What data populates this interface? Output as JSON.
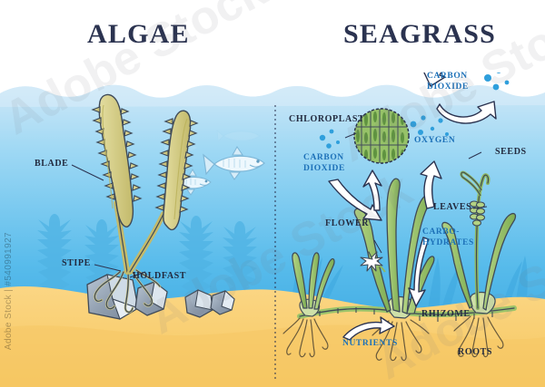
{
  "image": {
    "title_left": "ALGAE",
    "title_right": "SEAGRASS",
    "watermark_id": "Adobe Stock | #540991927",
    "watermark_brand": "Adobe Stock",
    "colors": {
      "title": "#2b3350",
      "label_dark": "#222a3f",
      "label_blue": "#1d71b8",
      "water_top": "#cfe8f7",
      "water_mid": "#7ecdf0",
      "water_deep": "#3aa6e0",
      "sand": "#f8cd73",
      "sand_shadow": "#f3bf55",
      "algae": "#d7d28a",
      "algae_dark": "#b9b059",
      "seagrass": "#9cc46a",
      "seagrass_dark": "#6ea34a",
      "rock": "#9fadbd",
      "rock_light": "#dde6ee",
      "silhouette": "#4fb3e4",
      "bubble": "#2f9fdc",
      "arrow_fill": "#ffffff",
      "arrow_stroke": "#2b3350"
    }
  },
  "labels": {
    "algae": [
      {
        "id": "blade",
        "text": "BLADE",
        "style": "dark"
      },
      {
        "id": "stipe",
        "text": "STIPE",
        "style": "dark"
      },
      {
        "id": "holdfast",
        "text": "HOLDFAST",
        "style": "dark"
      }
    ],
    "seagrass": [
      {
        "id": "chloroplast",
        "text": "CHLOROPLAST",
        "style": "dark"
      },
      {
        "id": "carbon-dioxide-top",
        "text": "CARBON\nDIOXIDE",
        "style": "blue"
      },
      {
        "id": "carbon-dioxide-left",
        "text": "CARBON\nDIOXIDE",
        "style": "blue"
      },
      {
        "id": "oxygen",
        "text": "OXYGEN",
        "style": "blue"
      },
      {
        "id": "seeds",
        "text": "SEEDS",
        "style": "dark"
      },
      {
        "id": "leaves",
        "text": "LEAVES",
        "style": "dark"
      },
      {
        "id": "flower",
        "text": "FLOWER",
        "style": "dark"
      },
      {
        "id": "carbohydrates",
        "text": "CARBO-\nHYDRATES",
        "style": "blue"
      },
      {
        "id": "rhizome",
        "text": "RHIZOME",
        "style": "dark"
      },
      {
        "id": "nutrients",
        "text": "NUTRIENTS",
        "style": "blue"
      },
      {
        "id": "roots",
        "text": "ROOTS",
        "style": "dark"
      }
    ]
  },
  "text": {
    "blade": "BLADE",
    "stipe": "STIPE",
    "holdfast": "HOLDFAST",
    "chloroplast": "CHLOROPLAST",
    "carbon_dioxide_top_1": "CARBON",
    "carbon_dioxide_top_2": "DIOXIDE",
    "carbon_dioxide_left_1": "CARBON",
    "carbon_dioxide_left_2": "DIOXIDE",
    "oxygen": "OXYGEN",
    "seeds": "SEEDS",
    "leaves": "LEAVES",
    "flower": "FLOWER",
    "carbohydrates_1": "CARBO-",
    "carbohydrates_2": "HYDRATES",
    "rhizome": "RHIZOME",
    "nutrients": "NUTRIENTS",
    "roots": "ROOTS"
  }
}
